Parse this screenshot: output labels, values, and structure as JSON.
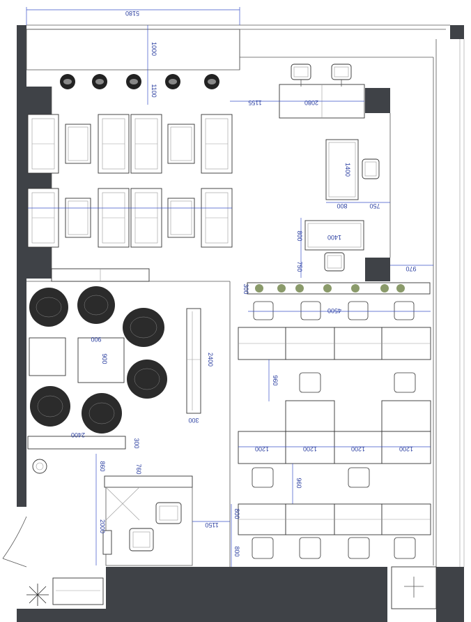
{
  "plan": {
    "dimensions": {
      "top_width": "5180",
      "top_depth": "1000",
      "stools_gap": "1100",
      "meeting_offset": "1155",
      "meeting_table_len": "2080",
      "office_desk_len": "1400",
      "office_desk_w": "800",
      "office_desk_gap": "750",
      "desk2_len": "1400",
      "desk2_w": "800",
      "desk2_gap": "750",
      "corner_970": "970",
      "planter_h": "300",
      "bench_len": "4500",
      "pouf_table": "900",
      "pouf_table_side": "900",
      "sofa_len": "2400",
      "sofa_depth": "300",
      "row_gap_1": "960",
      "bench2_len": "2400",
      "bench2_depth": "300",
      "cell_1200_a": "1200",
      "cell_1200_b": "1200",
      "cell_1200_c": "1200",
      "cell_1200_d": "1200",
      "row_gap_2": "960",
      "recep_860": "860",
      "recep_760": "760",
      "recep_2000": "2000",
      "recep_1150": "1150",
      "bottom_800_a": "800",
      "bottom_800_b": "800"
    }
  }
}
